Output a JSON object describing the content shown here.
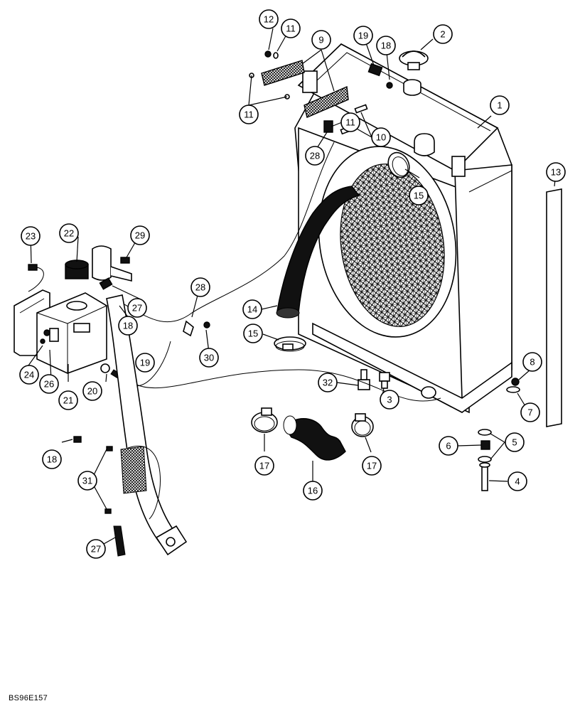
{
  "figure_code": "BS96E157",
  "callouts": [
    "1",
    "2",
    "3",
    "4",
    "5",
    "6",
    "7",
    "8",
    "9",
    "10",
    "11",
    "12",
    "13",
    "14",
    "15",
    "16",
    "17",
    "18",
    "19",
    "20",
    "21",
    "22",
    "23",
    "24",
    "26",
    "27",
    "28",
    "29",
    "30",
    "31",
    "32"
  ]
}
